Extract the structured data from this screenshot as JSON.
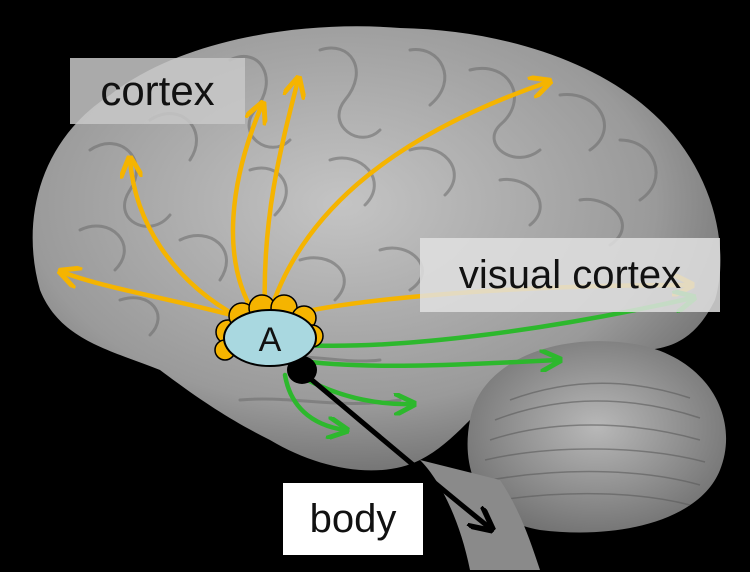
{
  "labels": {
    "cortex": "cortex",
    "visual_cortex": "visual cortex",
    "body": "body",
    "nucleus": "A"
  },
  "colors": {
    "cortex_projection": "#f5b400",
    "visual_projection": "#2db82d",
    "body_projection": "#000000",
    "nucleus_fill": "#a9d8e0",
    "brain_fill": "#9a9a9a",
    "background": "#000000"
  },
  "icons": {
    "brain": "brain-illustration",
    "nucleus": "nucleus-ellipse"
  }
}
